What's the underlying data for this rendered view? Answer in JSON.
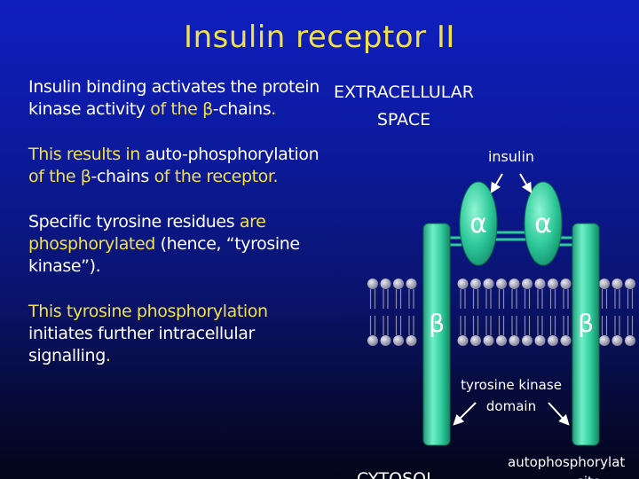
{
  "slide": {
    "title": "Insulin receptor II",
    "paragraphs": [
      [
        {
          "t": "Insulin binding activates the ",
          "c": "w"
        },
        {
          "t": "protein kinase activity ",
          "c": "w"
        },
        {
          "t": "of the ",
          "c": "y"
        },
        {
          "t": "β",
          "c": "y"
        },
        {
          "t": "-chains",
          "c": "w"
        },
        {
          "t": ".",
          "c": "y"
        }
      ],
      [
        {
          "t": "This results in ",
          "c": "y"
        },
        {
          "t": "auto-phosphorylation ",
          "c": "w"
        },
        {
          "t": "of the ",
          "c": "y"
        },
        {
          "t": "β",
          "c": "y"
        },
        {
          "t": "-chains ",
          "c": "w"
        },
        {
          "t": "of the receptor.",
          "c": "y"
        }
      ],
      [
        {
          "t": "Specific tyrosine residues ",
          "c": "w"
        },
        {
          "t": "are phosphorylated ",
          "c": "y"
        },
        {
          "t": "(hence, “tyrosine kinase”).",
          "c": "w"
        }
      ],
      [
        {
          "t": "This tyrosine phosphorylation ",
          "c": "y"
        },
        {
          "t": "initiates further intracellular signalling",
          "c": "w"
        },
        {
          "t": ".",
          "c": "y"
        }
      ]
    ]
  },
  "diagram": {
    "extracellular_line1": "EXTRACELLULAR",
    "extracellular_line2": "SPACE",
    "insulin_label": "insulin",
    "alpha_left": "α",
    "alpha_right": "α",
    "beta_left": "β",
    "beta_right": "β",
    "kinase_line1": "tyrosine kinase",
    "kinase_line2": "domain",
    "autophos_line1": "autophosphorylat",
    "autophos_line2": "site",
    "cytosol_label": "CYTOSOL",
    "colors": {
      "receptor": "#2ec99a",
      "membrane": "#9a9ab0",
      "title": "#f2e04a",
      "text": "#ffffff"
    }
  }
}
